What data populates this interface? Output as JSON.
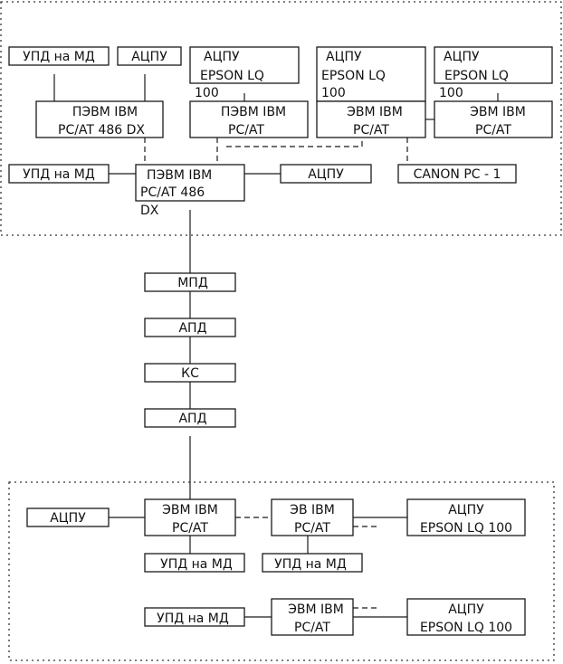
{
  "top_group": {
    "upd_md_1": "УПД на МД",
    "acpu_1": "АЦПУ",
    "acpu_epson_1": [
      "АЦПУ",
      "EPSON LQ",
      "100"
    ],
    "acpu_epson_2": [
      "АЦПУ",
      "EPSON LQ",
      "100"
    ],
    "acpu_epson_3": [
      "АЦПУ",
      "EPSON LQ",
      "100"
    ],
    "pevm_486dx": [
      "ПЭВМ IBM",
      "PC/AT 486 DX"
    ],
    "pevm_pcat": [
      "ПЭВМ IBM",
      "PC/AT"
    ],
    "evm_pcat_1": [
      "ЭВМ IBM",
      "PC/AT"
    ],
    "evm_pcat_2": [
      "ЭВМ IBM",
      "PC/AT"
    ],
    "upd_md_2": "УПД на МД",
    "pevm_central": [
      "ПЭВМ IBM",
      "PC/AT 486",
      "DX"
    ],
    "acpu_2": "АЦПУ",
    "canon": "CANON PC - 1"
  },
  "link_chain": [
    "МПД",
    "АПД",
    "КС",
    "АПД"
  ],
  "bottom_group": {
    "acpu": "АЦПУ",
    "evm_main": [
      "ЭВМ IBM",
      "PC/AT"
    ],
    "ev_ibm": [
      "ЭВ IBM",
      "PC/AT"
    ],
    "acpu_epson_1": [
      "АЦПУ",
      "EPSON LQ 100"
    ],
    "upd_md_1": "УПД на МД",
    "upd_md_2": "УПД на МД",
    "upd_md_3": "УПД на МД",
    "evm_bottom": [
      "ЭВМ IBM",
      "PC/AT"
    ],
    "acpu_epson_2": [
      "АЦПУ",
      "EPSON LQ 100"
    ]
  }
}
